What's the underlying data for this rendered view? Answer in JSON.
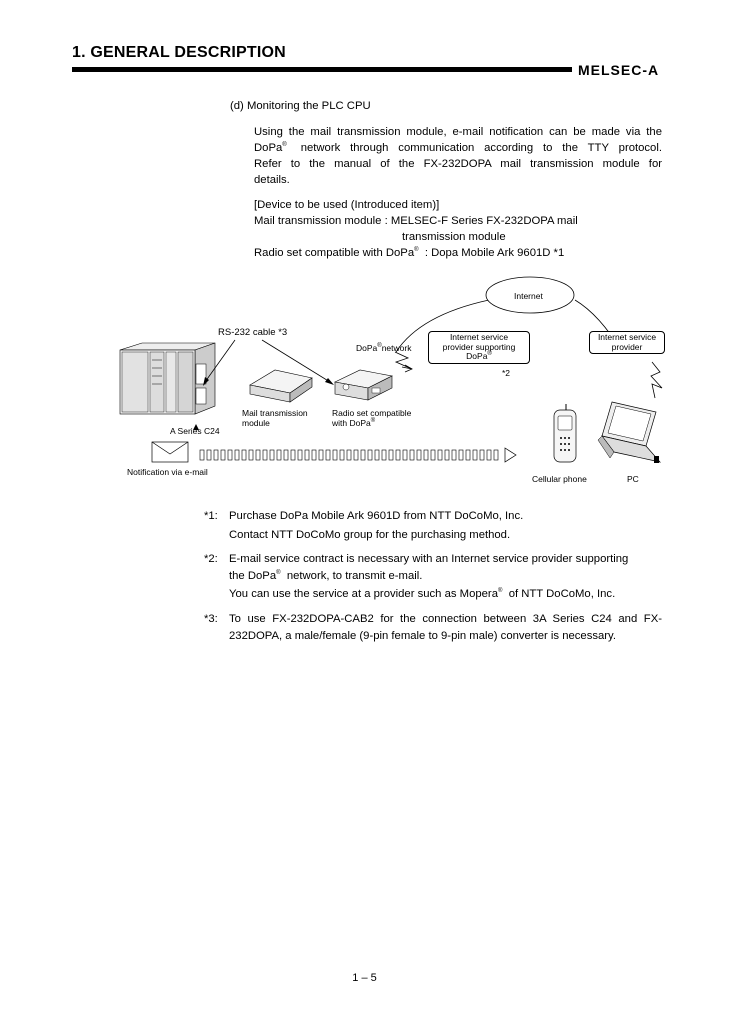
{
  "header": {
    "title": "1. GENERAL DESCRIPTION",
    "brand": "MELSEC-A"
  },
  "section": {
    "heading": "(d)   Monitoring the PLC CPU",
    "para_lines": [
      "Using the mail transmission module, e-mail notification can be made via the",
      "network through communication according to the TTY protocol.",
      "Refer to the manual of the FX-232DOPA mail transmission module for",
      "details."
    ],
    "dopa_word": "DoPa",
    "reg": "®",
    "device_heading": "[Device to be used (Introduced item)]",
    "device_line1": "Mail transmission module : MELSEC-F Series FX-232DOPA mail",
    "device_line2": "transmission module",
    "device_line3a": "Radio set compatible with DoPa",
    "device_line3b": ": Dopa Mobile Ark 9601D *1"
  },
  "diagram": {
    "internet": "Internet",
    "rs232": "RS-232 cable *3",
    "dopa_network": "network",
    "isp_dopa_1": "Internet service",
    "isp_dopa_2": "provider supporting",
    "isp_dopa_3": "DoPa",
    "star2": "*2",
    "isp_1": "Internet service",
    "isp_2": "provider",
    "mail_module_1": "Mail transmission",
    "mail_module_2": "module",
    "radio_1": "Radio set compatible",
    "radio_2": "with DoPa",
    "a_series": "A Series C24",
    "notification": "Notification via e-mail",
    "cellular": "Cellular phone",
    "pc": "PC"
  },
  "notes": {
    "n1_mark": "*1:",
    "n1_line1": "Purchase DoPa Mobile Ark 9601D from NTT DoCoMo, Inc.",
    "n1_line2": "Contact NTT DoCoMo group for the purchasing method.",
    "n2_mark": "*2:",
    "n2_line1": "E-mail service contract is necessary with an Internet service provider supporting",
    "n2_line2a": "the DoPa",
    "n2_line2b": "network, to transmit e-mail.",
    "n2_line3a": "You can use the service at a provider such as Mopera",
    "n2_line3b": "of NTT DoCoMo, Inc.",
    "n3_mark": "*3:",
    "n3_line1": "To use FX-232DOPA-CAB2 for the connection between 3A Series C24 and FX-",
    "n3_line2": "232DOPA, a male/female (9-pin female to 9-pin male) converter is necessary."
  },
  "footer": {
    "page_number": "1 – 5"
  }
}
